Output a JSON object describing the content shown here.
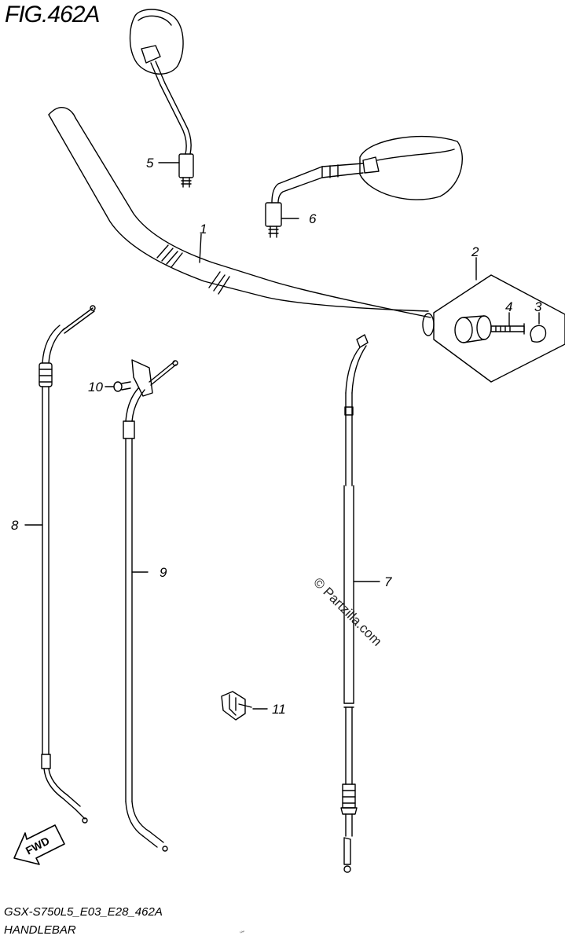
{
  "figure": {
    "title": "FIG.462A",
    "model_code": "GSX-S750L5_E03_E28_462A",
    "section_name": "HANDLEBAR",
    "footer_note": "ڛ"
  },
  "callouts": [
    "1",
    "2",
    "3",
    "4",
    "5",
    "6",
    "7",
    "8",
    "9",
    "10",
    "11"
  ],
  "watermark": "© Partzilla.com",
  "direction_arrow": "FWD"
}
